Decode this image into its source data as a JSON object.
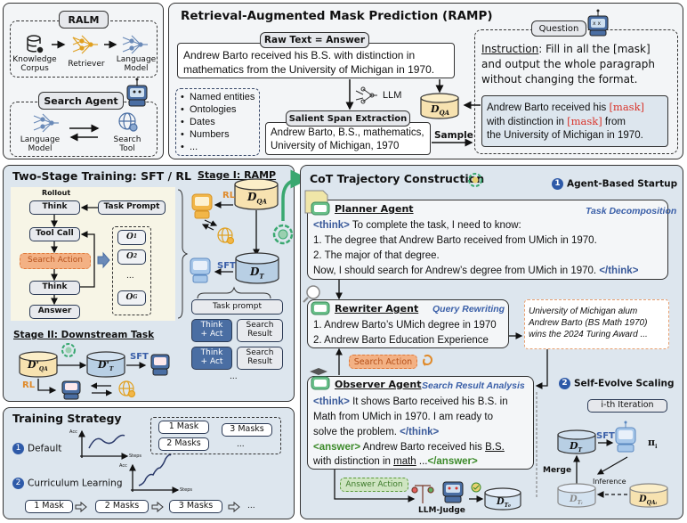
{
  "ralm": {
    "title": "RALM",
    "nodes": [
      {
        "label": "Knowledge\nCorpus",
        "icon": "database-icon"
      },
      {
        "label": "Retriever",
        "icon": "network-icon"
      },
      {
        "label": "Language\nModel",
        "icon": "network-icon"
      }
    ]
  },
  "search_agent": {
    "title": "Search Agent",
    "left": "Language\nModel",
    "right": "Search\nTool"
  },
  "ramp": {
    "title": "Retrieval-Augmented Mask Prediction (RAMP)",
    "raw_text_label": "Raw Text = Answer",
    "raw_text_line1": "Andrew Barto received his B.S. with distinction in",
    "raw_text_line2": "mathematics from the University of Michigan in 1970.",
    "entity_types": [
      "Named entities",
      "Ontologies",
      "Dates",
      "Numbers",
      "..."
    ],
    "llm_label": "LLM",
    "salient_label": "Salient Span Extraction",
    "salient_line1": "Andrew Barto, B.S., mathematics,",
    "salient_line2": "University of Michigan, 1970",
    "sample_label": "Sample",
    "dqa_label": "D",
    "dqa_sub": "QA",
    "question_label": "Question",
    "instruction_word": "Instruction",
    "instruction_line1": ": Fill in all the [mask]",
    "instruction_line2": "and output the whole paragraph",
    "instruction_line3": "without changing the format.",
    "masked_l1_a": "Andrew Barto received his ",
    "masked_l1_b": "[mask]",
    "masked_l2_a": "with distinction in ",
    "masked_l2_b": "[mask]",
    "masked_l2_c": " from",
    "masked_l3": "the University of Michigan in 1970."
  },
  "two_stage": {
    "title": "Two-Stage Training: SFT / RL",
    "rollout_label": "Rollout",
    "think": "Think",
    "task_prompt": "Task Prompt",
    "tool_call": "Tool Call",
    "search_action": "Search Action",
    "think2": "Think",
    "answer": "Answer",
    "outputs": [
      "O",
      "O",
      "...",
      "O"
    ],
    "output_subs": [
      "1",
      "2",
      "",
      "G"
    ],
    "stage1_title": "Stage I: RAMP",
    "rl": "RL",
    "sft": "SFT",
    "dt_label": "D",
    "dt_sub": "T",
    "task_prompt_lower": "Task prompt",
    "think_act": "Think\n+ Act",
    "search_result": "Search\nResult",
    "ellipsis": "...",
    "stage2_title": "Stage II: Downstream Task",
    "dqa_prime": "D'",
    "dqa_prime_sub": "QA",
    "dt_prime": "D'",
    "dt_prime_sub": "T",
    "sft2": "SFT",
    "rl2": "RL"
  },
  "training_strategy": {
    "title": "Training Strategy",
    "default_num": "1",
    "default_label": "Default",
    "curriculum_num": "2",
    "curriculum_label": "Curriculum Learning",
    "axis_y": "Acc",
    "axis_x": "Steps",
    "mask_options": [
      "1 Mask",
      "3 Masks",
      "2 Masks",
      "..."
    ],
    "curriculum_steps": [
      "1 Mask",
      "2 Masks",
      "3 Masks",
      "..."
    ]
  },
  "cot": {
    "title": "CoT Trajectory Construction",
    "startup_num": "1",
    "startup_label": "Agent-Based Startup",
    "planner_title": "Planner Agent",
    "planner_tag": "Task Decomposition",
    "planner_think_open": "<think>",
    "planner_l1": " To complete the task, I need to know:",
    "planner_l2": "1. The degree that Andrew Barto received from UMich in 1970.",
    "planner_l3": "2. The major of that degree.",
    "planner_l4": "Now, I should search for Andrew’s degree from UMich in 1970. ",
    "planner_think_close": "</think>",
    "rewriter_title": "Rewriter Agent",
    "rewriter_tag": "Query Rewriting",
    "rewriter_l1": "1. Andrew Barto’s UMich degree in 1970",
    "rewriter_l2": "2. Andrew Barto Education Experience",
    "search_result_l1": "University of Michigan alum",
    "search_result_l2": "Andrew Barto (BS Math 1970)",
    "search_result_l3": "wins the 2024 Turing Award ...",
    "search_action": "Search Action",
    "observer_title": "Observer Agent",
    "observer_tag": "Search Result Analysis",
    "observer_think_open": "<think>",
    "observer_l1": " It shows Barto received his B.S. in",
    "observer_l2": "Math from UMich in 1970. I am ready to",
    "observer_l3": "solve the problem. ",
    "observer_think_close": "</think>",
    "observer_answer_open": "<answer>",
    "observer_l4a": " Andrew Barto received his ",
    "observer_l4b": "B.S.",
    "observer_l5a": "with distinction in ",
    "observer_l5b": "math",
    "observer_l5c": " ...",
    "observer_answer_close": "</answer>",
    "answer_action": "Answer Action",
    "llm_judge": "LLM-Judge",
    "dt0": "D",
    "dt0_sub": "T₀",
    "scaling_num": "2",
    "scaling_label": "Self-Evolve Scaling",
    "iteration": "i-th Iteration",
    "dt": "D",
    "dt_sub": "T",
    "sft": "SFT",
    "pi": "π",
    "pi_sub": "i",
    "merge": "Merge",
    "inference": "Inference",
    "dti": "D",
    "dti_sub": "Tᵢ",
    "dqai": "D",
    "dqai_sub": "QAᵢ"
  },
  "colors": {
    "panel_blue": "#dde6ee",
    "panel_light": "#f3f5f7",
    "accent_blue": "#2e5aa8",
    "orange": "#e08a2a",
    "mask_red": "#d9342b",
    "answer_green": "#3c8a2a",
    "dqa_fill": "#f7e2b0",
    "dt_fill": "#b8cfe4"
  }
}
